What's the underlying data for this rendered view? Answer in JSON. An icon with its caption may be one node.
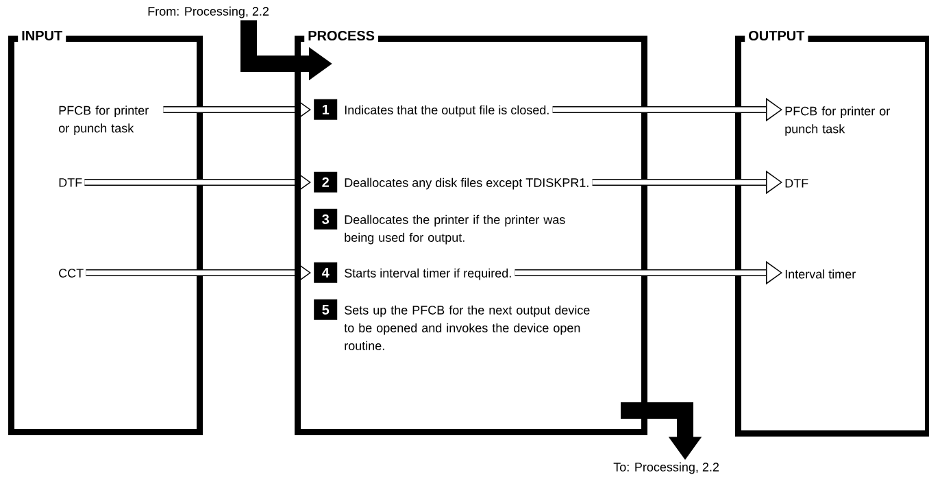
{
  "diagram": {
    "nodes": [
      {
        "text": [
          "INPUT"
        ]
      },
      {
        "text": [
          "PROCESS"
        ]
      },
      {
        "text": [
          "OUTPUT"
        ]
      },
      {
        "text": [
          "From: Processing, 2.2"
        ]
      },
      {
        "text": [
          "PFCB for printer or punch task"
        ],
        "in": 0
      },
      {
        "text": [
          "DTF"
        ],
        "in": 0
      },
      {
        "text": [
          "CCT"
        ],
        "in": 0
      },
      {
        "text": [
          "1",
          "Indicates that the output file is closed."
        ],
        "in": 1
      },
      {
        "text": [
          "2",
          "Deallocates any disk files except TDISKPR1."
        ],
        "in": 1
      },
      {
        "text": [
          "3",
          "Deallocates the printer if the printer was being used for output."
        ],
        "in": 1
      },
      {
        "text": [
          "4",
          "Starts interval timer if required."
        ],
        "in": 1
      },
      {
        "text": [
          "5",
          "Sets up the PFCB for the next output device to be opened and invokes the device open routine."
        ],
        "in": 1
      },
      {
        "text": [
          "PFCB for printer or punch task"
        ],
        "in": 2
      },
      {
        "text": [
          "DTF"
        ],
        "in": 2
      },
      {
        "text": [
          "Interval timer"
        ],
        "in": 2
      },
      {
        "text": [
          "To: Processing, 2.2"
        ]
      }
    ],
    "edges": [
      {
        "from": 4,
        "to": 7,
        "arrow": "to"
      },
      {
        "from": 5,
        "to": 8,
        "arrow": "to"
      },
      {
        "from": 6,
        "to": 10,
        "arrow": "to"
      },
      {
        "from": 7,
        "to": 12,
        "arrow": "to"
      },
      {
        "from": 8,
        "to": 13,
        "arrow": "to"
      },
      {
        "from": 10,
        "to": 14,
        "arrow": "to"
      },
      {
        "from": 3,
        "to": 1,
        "arrow": "to",
        "style": "thick"
      },
      {
        "from": 1,
        "to": 15,
        "arrow": "to",
        "style": "thick"
      }
    ]
  }
}
